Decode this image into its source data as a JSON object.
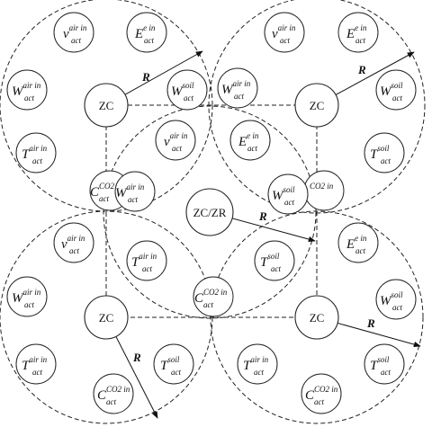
{
  "centers": {
    "zc": "ZC",
    "zc_zr": "ZC/ZR"
  },
  "radius_label": "R",
  "symbols": {
    "v_air_in": {
      "base": "v",
      "sup": "air in",
      "sub": "act"
    },
    "e_e_in": {
      "base": "E",
      "sup": "e in",
      "sub": "act"
    },
    "w_air_in": {
      "base": "W",
      "sup": "air in",
      "sub": "act"
    },
    "w_soil": {
      "base": "W",
      "sup": "soil",
      "sub": "act"
    },
    "t_air_in": {
      "base": "T",
      "sup": "air in",
      "sub": "act"
    },
    "t_soil": {
      "base": "T",
      "sup": "soil",
      "sub": "act"
    },
    "c_co2_in": {
      "base": "C",
      "sup": "CO2 in",
      "sub": "act"
    },
    "c_co2_in_short": {
      "base": "C",
      "sup": "CO2",
      "sub": "act"
    },
    "partial_co2": {
      "base": "",
      "sup": "CO2 in",
      "sub": ""
    }
  }
}
